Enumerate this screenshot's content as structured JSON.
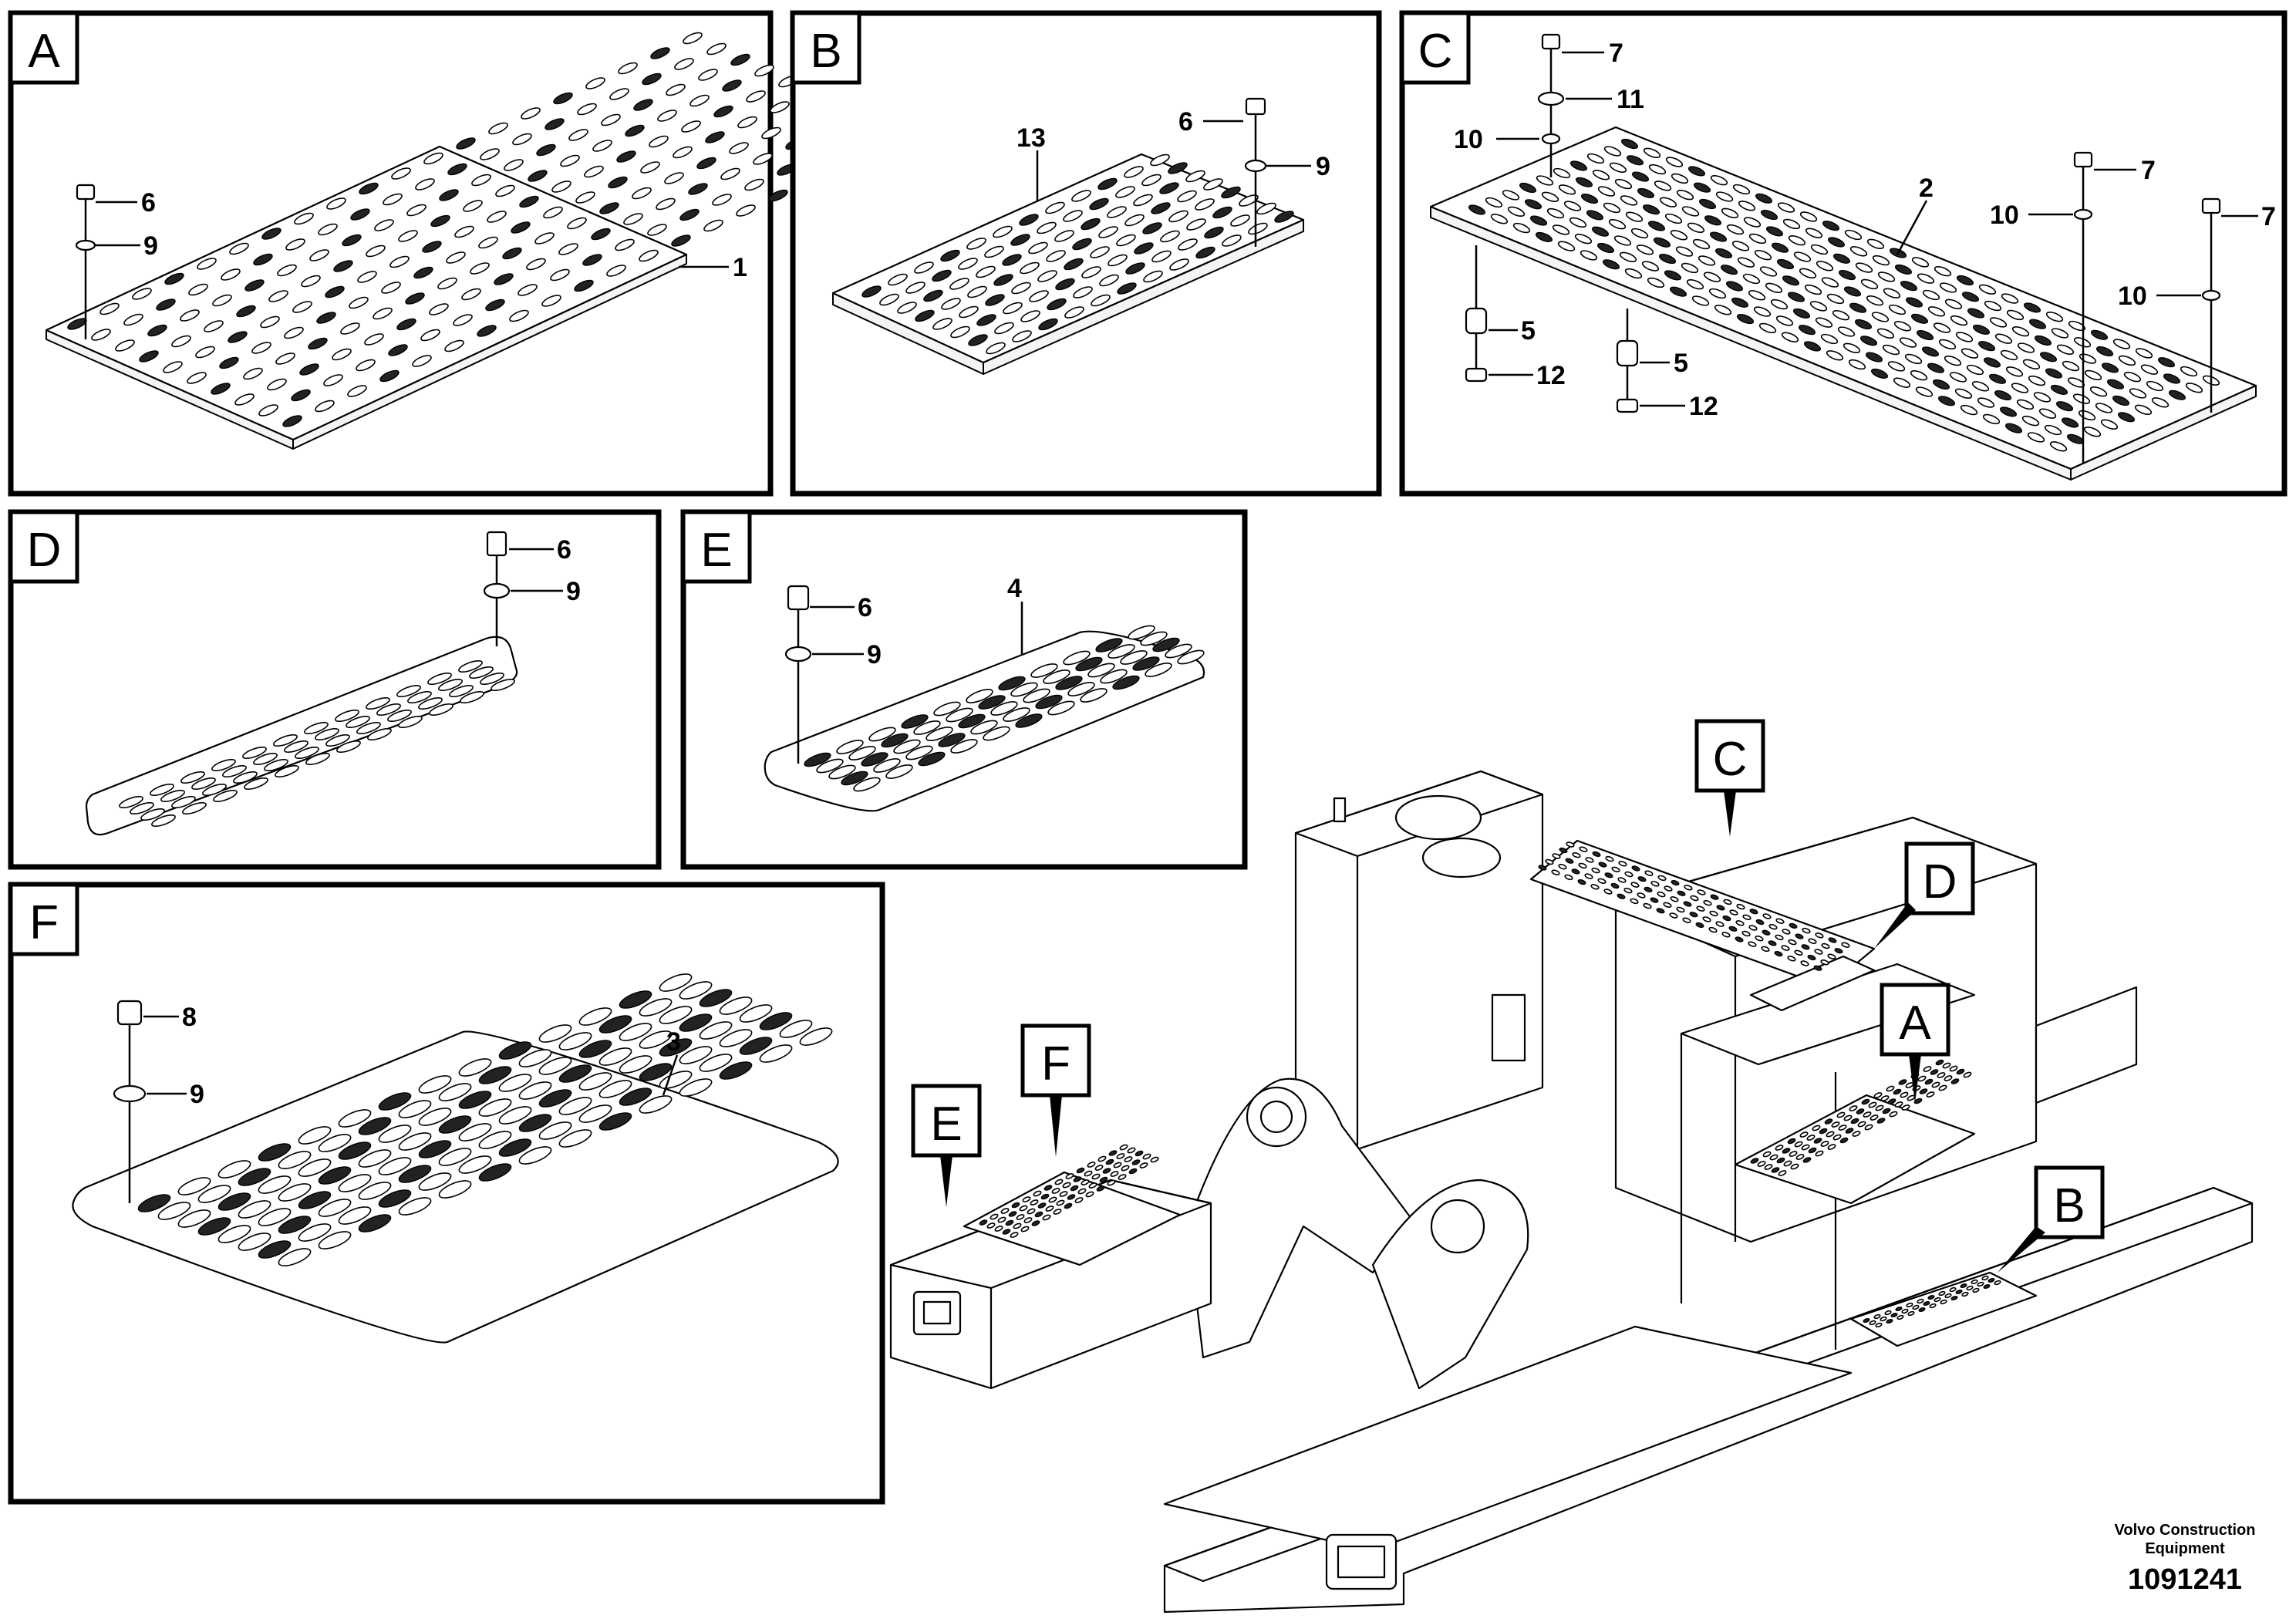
{
  "panels": {
    "A": {
      "letter": "A",
      "callouts": [
        "6",
        "9",
        "1"
      ]
    },
    "B": {
      "letter": "B",
      "callouts": [
        "6",
        "9",
        "13"
      ]
    },
    "C": {
      "letter": "C",
      "callouts": [
        "7",
        "11",
        "10",
        "2",
        "7",
        "10",
        "7",
        "10",
        "5",
        "12",
        "5",
        "12"
      ]
    },
    "D": {
      "letter": "D",
      "callouts": [
        "6",
        "9"
      ]
    },
    "E": {
      "letter": "E",
      "callouts": [
        "6",
        "9",
        "4"
      ]
    },
    "F": {
      "letter": "F",
      "callouts": [
        "8",
        "9",
        "3"
      ]
    }
  },
  "overview_labels": [
    "C",
    "D",
    "A",
    "B",
    "E",
    "F"
  ],
  "footer": {
    "company_line1": "Volvo Construction",
    "company_line2": "Equipment",
    "doc_number": "1091241"
  }
}
